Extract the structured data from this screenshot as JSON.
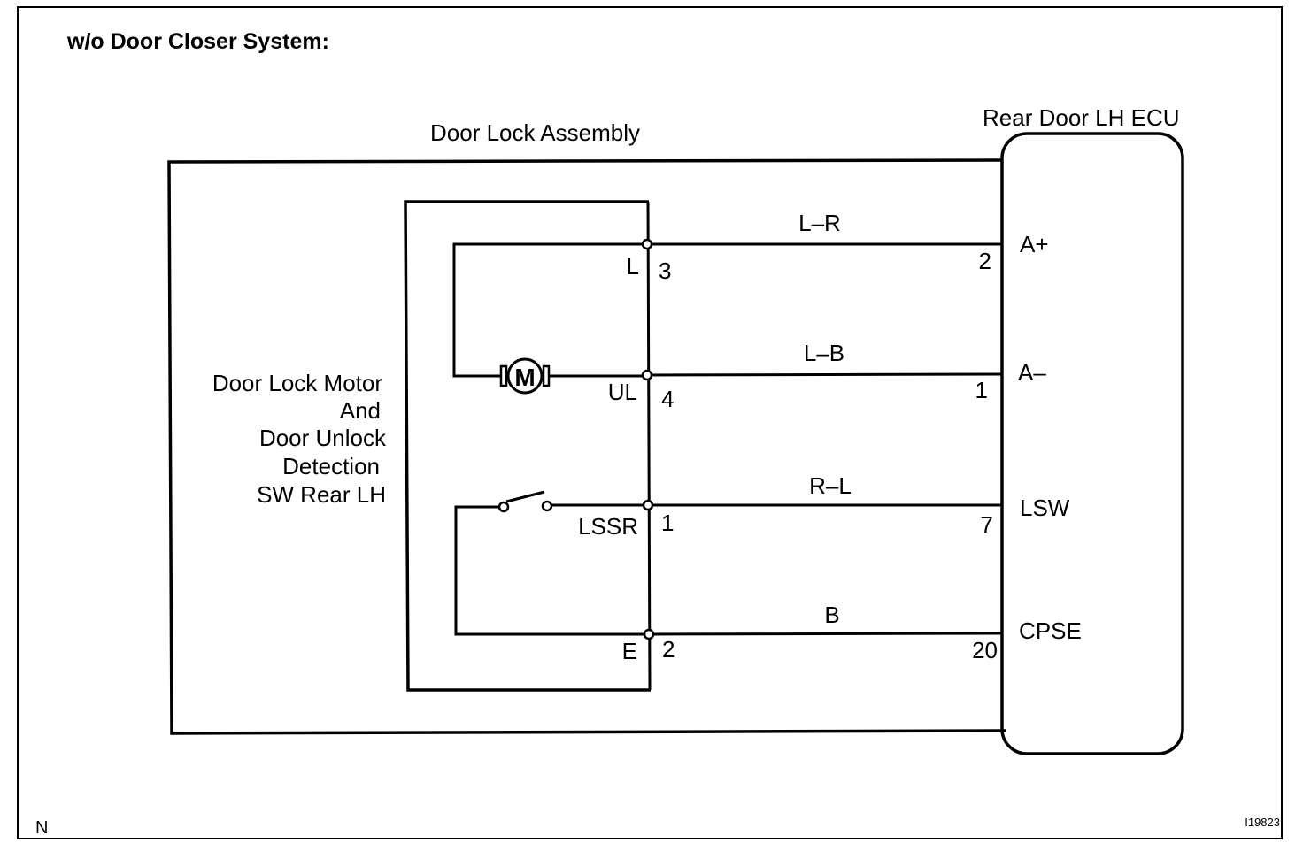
{
  "title": "w/o Door Closer System:",
  "assembly": {
    "label": "Door Lock Assembly"
  },
  "ecu": {
    "label": "Rear Door LH ECU",
    "pins": [
      {
        "name": "A+",
        "number": "2"
      },
      {
        "name": "A–",
        "number": "1"
      },
      {
        "name": "LSW",
        "number": "7"
      },
      {
        "name": "CPSE",
        "number": "20"
      }
    ]
  },
  "component": {
    "label_lines": [
      "Door Lock Motor",
      "And",
      "Door Unlock",
      "Detection",
      "SW Rear LH"
    ],
    "motor_symbol": "M",
    "terminals": [
      {
        "name": "L",
        "number": "3"
      },
      {
        "name": "UL",
        "number": "4"
      },
      {
        "name": "LSSR",
        "number": "1"
      },
      {
        "name": "E",
        "number": "2"
      }
    ]
  },
  "wires": [
    "L–R",
    "L–B",
    "R–L",
    "B"
  ],
  "footer": {
    "left": "N",
    "right": "I19823"
  }
}
